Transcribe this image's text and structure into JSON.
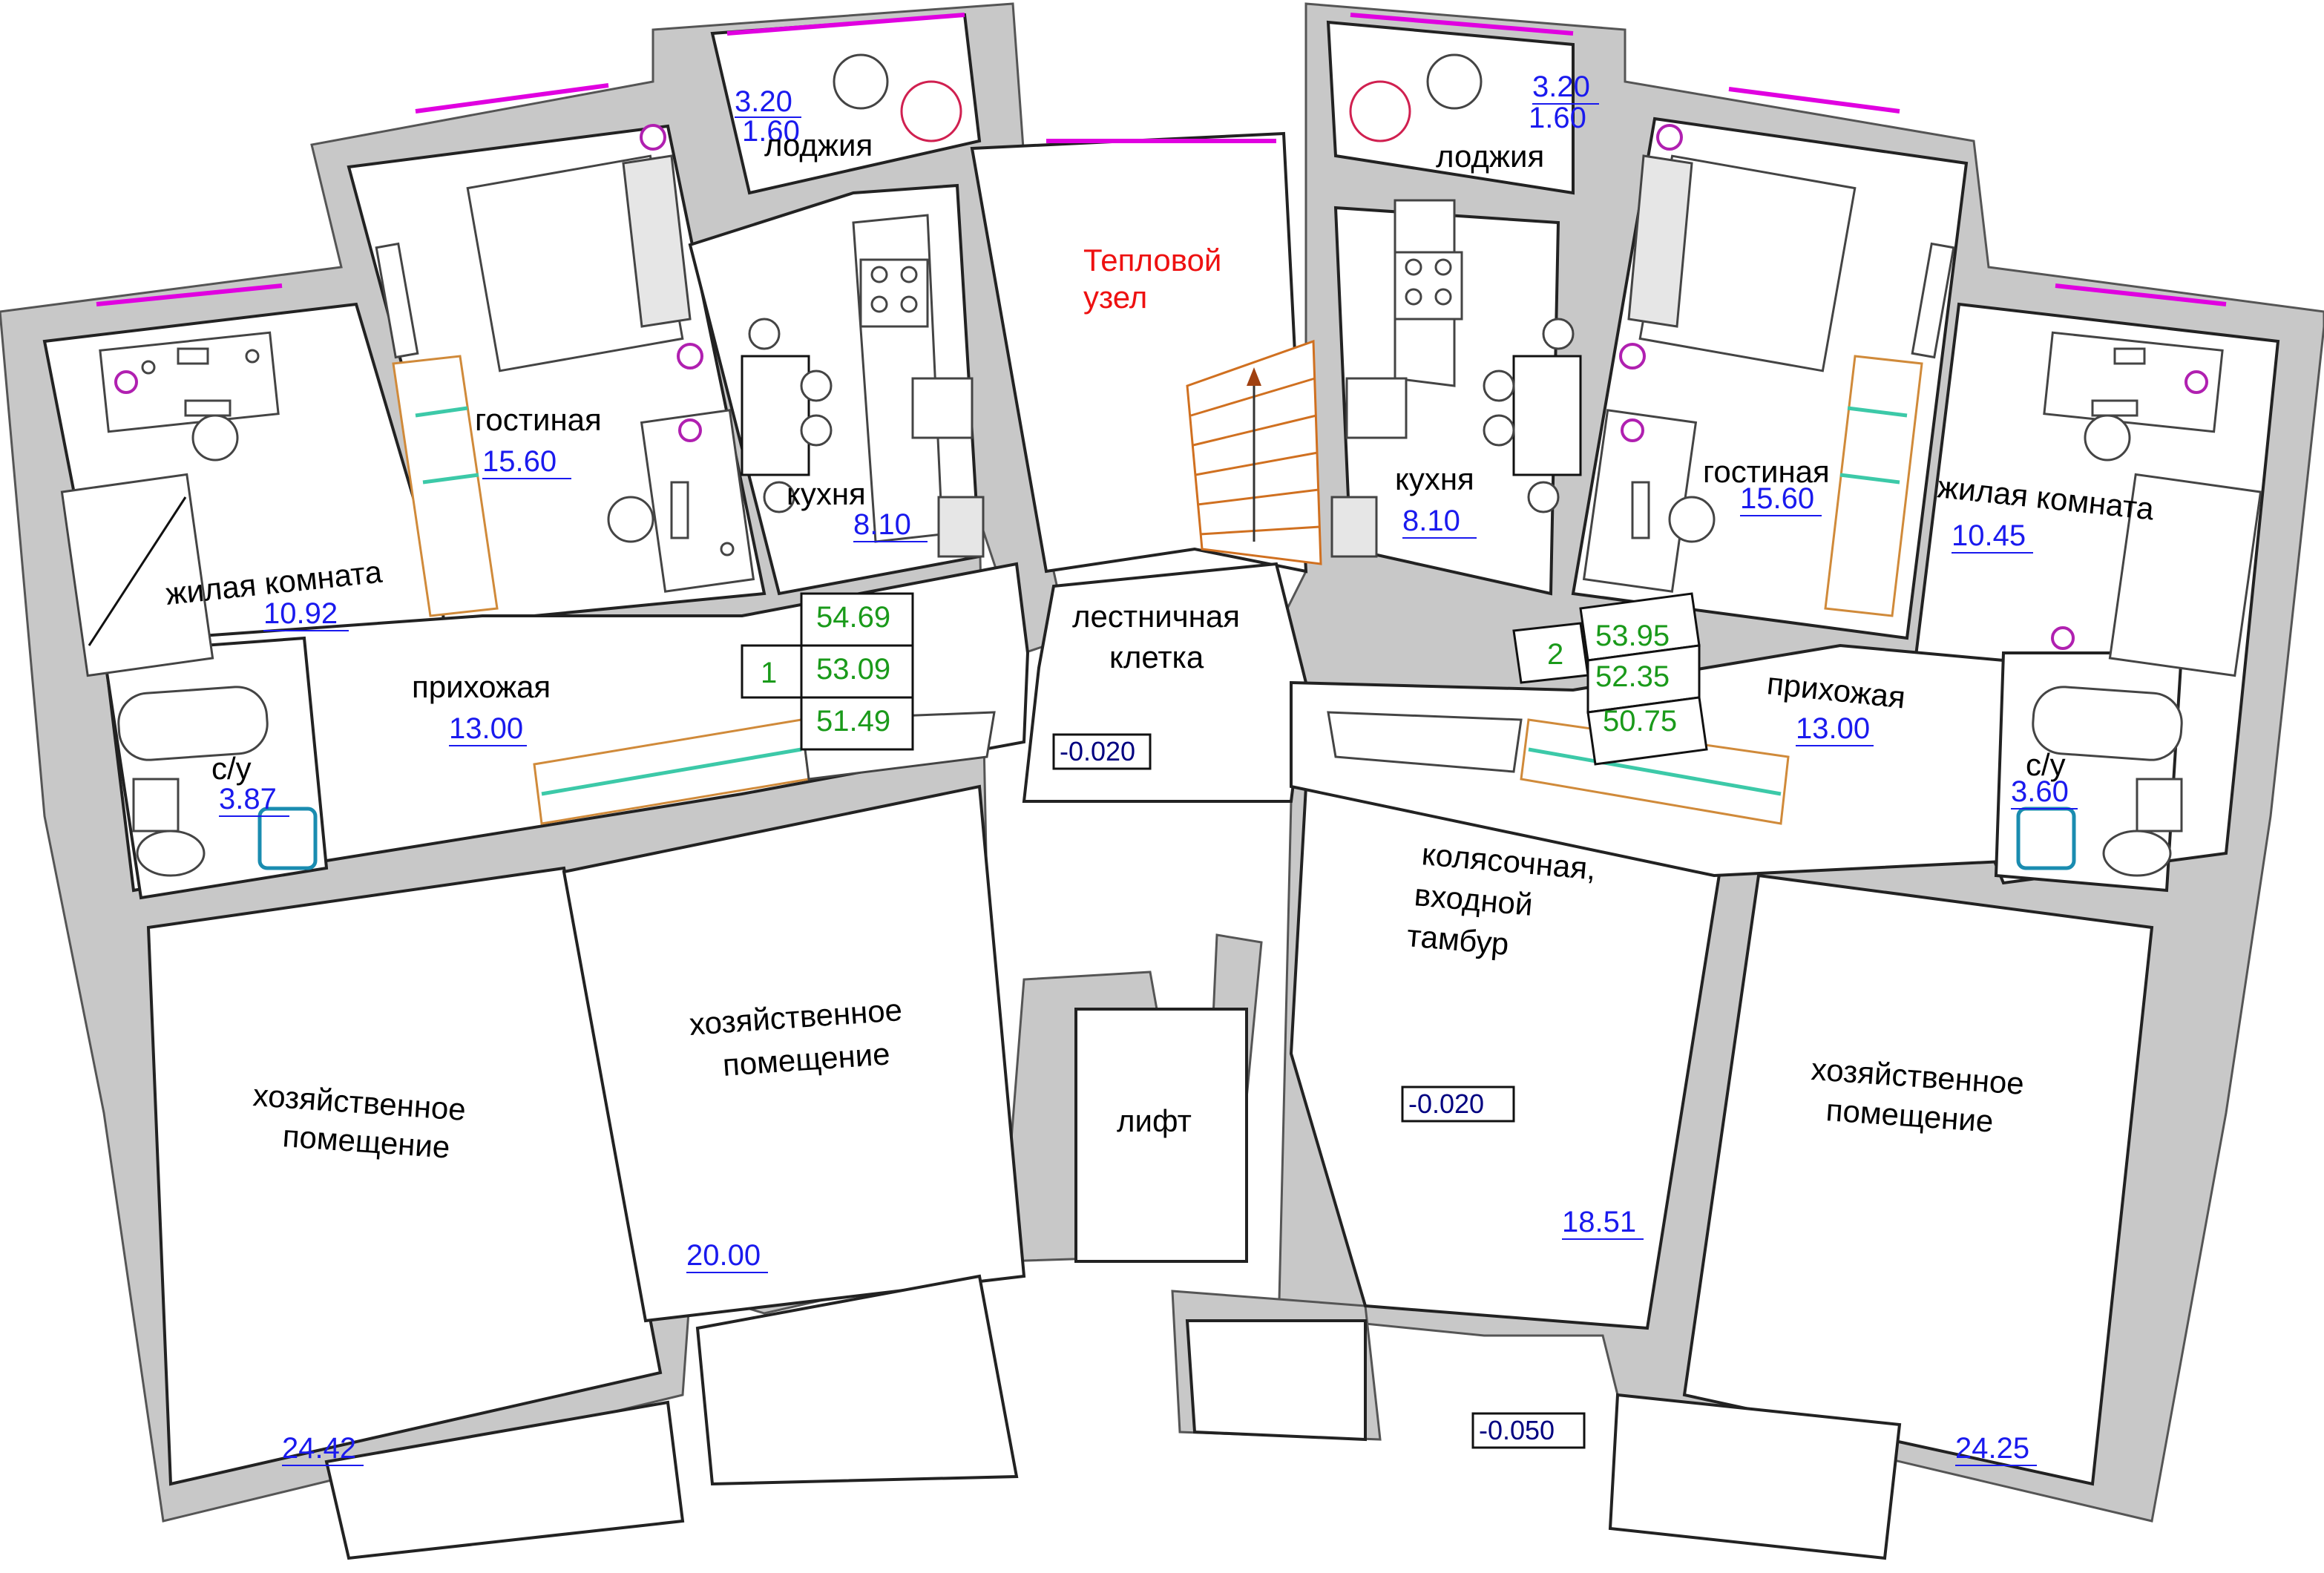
{
  "rooms_left": {
    "loggia": {
      "label": "лоджия",
      "dim1": "3.20",
      "dim2": "1.60"
    },
    "living": {
      "label": "гостиная",
      "area": "15.60"
    },
    "kitchen": {
      "label": "кухня",
      "area": "8.10"
    },
    "bedroom": {
      "label": "жилая комната",
      "area": "10.92"
    },
    "hall": {
      "label": "прихожая",
      "area": "13.00"
    },
    "bath": {
      "label": "с/у",
      "area": "3.87"
    },
    "apartment_no": "1",
    "totals": [
      "54.69",
      "53.09",
      "51.49"
    ]
  },
  "rooms_right": {
    "loggia": {
      "label": "лоджия",
      "dim1": "3.20",
      "dim2": "1.60"
    },
    "living": {
      "label": "гостиная",
      "area": "15.60"
    },
    "kitchen": {
      "label": "кухня",
      "area": "8.10"
    },
    "bedroom": {
      "label": "жилая комната",
      "area": "10.45"
    },
    "hall": {
      "label": "прихожая",
      "area": "13.00"
    },
    "bath": {
      "label": "с/у",
      "area": "3.60"
    },
    "apartment_no": "2",
    "totals": [
      "53.95",
      "52.35",
      "50.75"
    ]
  },
  "common": {
    "heat_node": {
      "line1": "Тепловой",
      "line2": "узел"
    },
    "stairwell": {
      "line1": "лестничная",
      "line2": "клетка"
    },
    "stair_level": "-0.020",
    "lift": "лифт",
    "stroller": {
      "line1": "колясочная,",
      "line2": "входной",
      "line3": "тамбур",
      "area": "18.51",
      "level": "-0.020"
    },
    "entrance_level": "-0.050"
  },
  "storage": {
    "label_line1": "хозяйственное",
    "label_line2": "помещение",
    "left_outer_area": "24.42",
    "left_inner_area": "20.00",
    "right_area": "24.25"
  },
  "colors": {
    "window": "#e000e0",
    "area_text": "#1a1aee",
    "total_text": "#1a9a1a",
    "heat_node_text": "#ee1111",
    "wall": "#c8c8c8"
  }
}
